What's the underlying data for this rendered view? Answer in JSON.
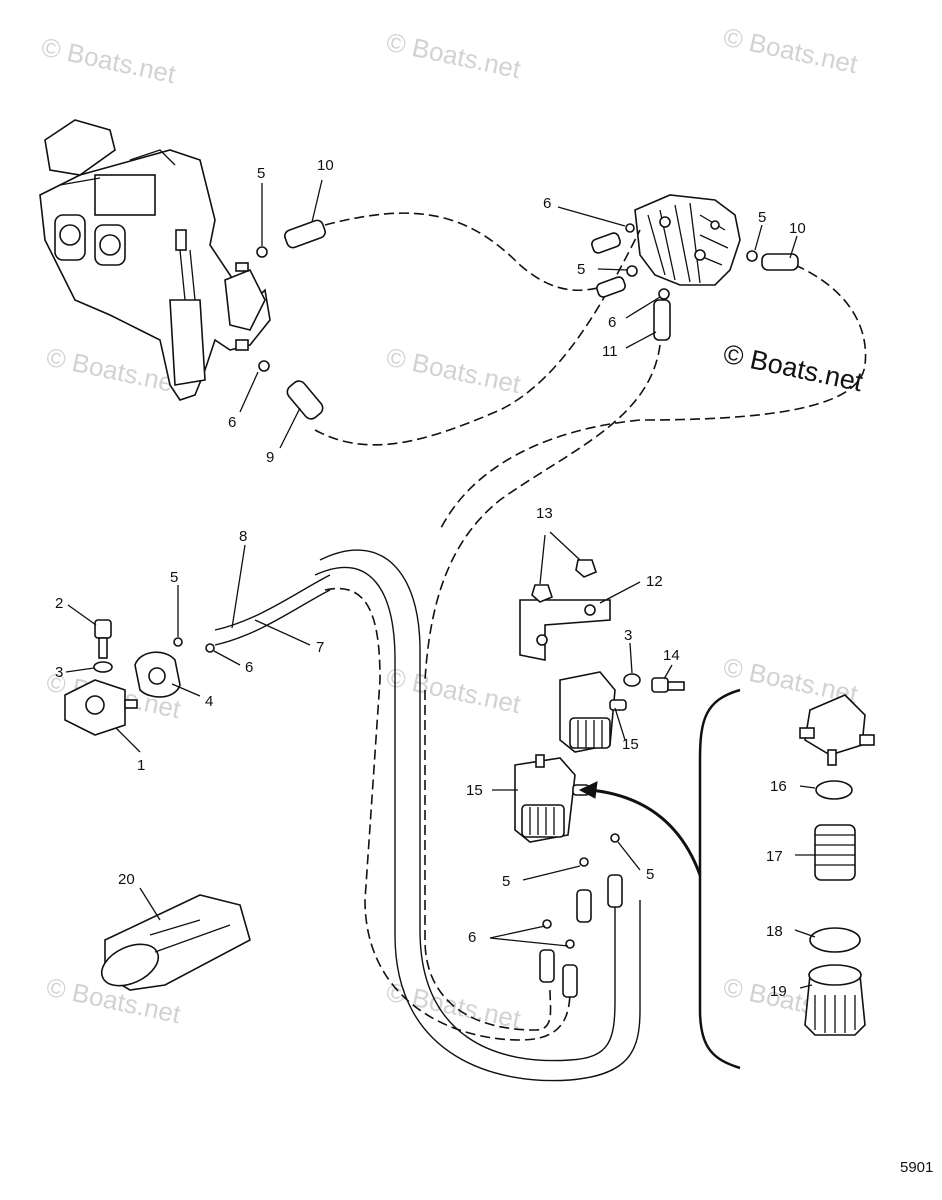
{
  "watermark": "© Boats.net",
  "main_watermark": "© Boats.net",
  "figure_number": "5901",
  "callouts": [
    {
      "id": "c10a",
      "text": "10"
    },
    {
      "id": "c5a",
      "text": "5"
    },
    {
      "id": "c6a",
      "text": "6"
    },
    {
      "id": "c9",
      "text": "9"
    },
    {
      "id": "c6b",
      "text": "6"
    },
    {
      "id": "c5b",
      "text": "5"
    },
    {
      "id": "c6c",
      "text": "6"
    },
    {
      "id": "c11",
      "text": "11"
    },
    {
      "id": "c5c",
      "text": "5"
    },
    {
      "id": "c10b",
      "text": "10"
    },
    {
      "id": "c8",
      "text": "8"
    },
    {
      "id": "c5d",
      "text": "5"
    },
    {
      "id": "c2",
      "text": "2"
    },
    {
      "id": "c3a",
      "text": "3"
    },
    {
      "id": "c4",
      "text": "4"
    },
    {
      "id": "c6d",
      "text": "6"
    },
    {
      "id": "c7",
      "text": "7"
    },
    {
      "id": "c1",
      "text": "1"
    },
    {
      "id": "c13",
      "text": "13"
    },
    {
      "id": "c12",
      "text": "12"
    },
    {
      "id": "c3b",
      "text": "3"
    },
    {
      "id": "c14",
      "text": "14"
    },
    {
      "id": "c15a",
      "text": "15"
    },
    {
      "id": "c15b",
      "text": "15"
    },
    {
      "id": "c5e",
      "text": "5"
    },
    {
      "id": "c5f",
      "text": "5"
    },
    {
      "id": "c6e",
      "text": "6"
    },
    {
      "id": "c16",
      "text": "16"
    },
    {
      "id": "c17",
      "text": "17"
    },
    {
      "id": "c18",
      "text": "18"
    },
    {
      "id": "c19",
      "text": "19"
    },
    {
      "id": "c20",
      "text": "20"
    }
  ]
}
